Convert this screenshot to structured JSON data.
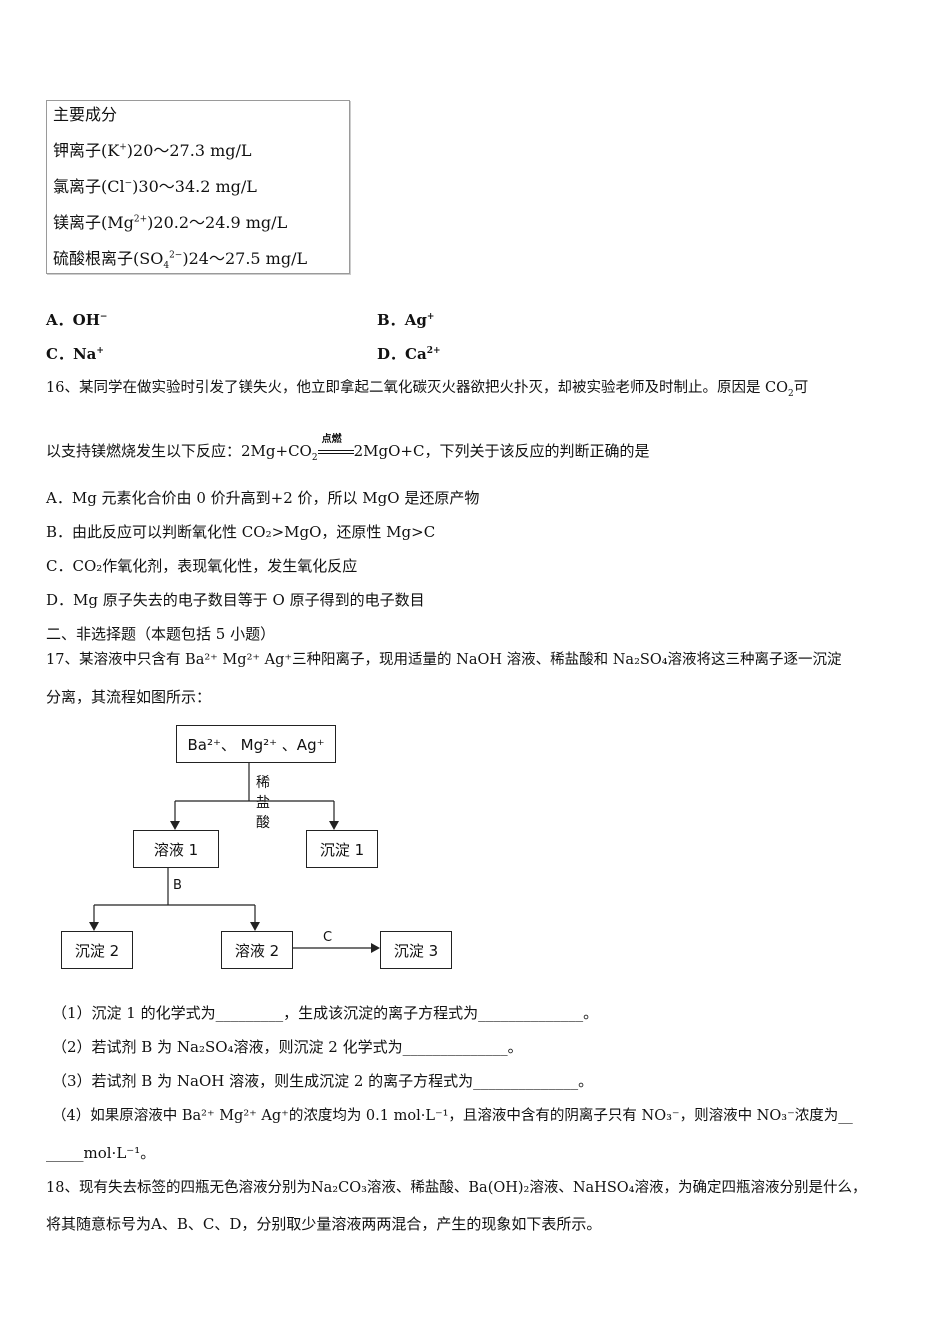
{
  "mineral_table": {
    "header": "主要成分",
    "rows": [
      {
        "name": "钾离子",
        "ion": "K",
        "charge": "+",
        "range": "20～27.3 mg/L"
      },
      {
        "name": "氯离子",
        "ion": "Cl",
        "charge": "−",
        "range": "30～34.2 mg/L"
      },
      {
        "name": "镁离子",
        "ion": "Mg",
        "charge": "2+",
        "range": "20.2～24.9 mg/L"
      },
      {
        "name": "硫酸根离子",
        "ion": "SO",
        "sub": "4",
        "charge": "2−",
        "range": "24～27.5 mg/L"
      }
    ]
  },
  "q15_options": {
    "A_label": "A．",
    "A_ion": "OH",
    "A_charge": "−",
    "B_label": "B．",
    "B_ion": "Ag",
    "B_charge": "+",
    "C_label": "C．",
    "C_ion": "Na",
    "C_charge": "+",
    "D_label": "D．",
    "D_ion": "Ca",
    "D_charge": "2+"
  },
  "q16": {
    "stem_line1": "16、某同学在做实验时引发了镁失火，他立即拿起二氧化碳灭火器欲把火扑灭，却被实验老师及时制止。原因是 CO",
    "stem_line1_sub": "2",
    "stem_line1_tail": "可",
    "stem_line2_pre": "以支持镁燃烧发生以下反应：2Mg+CO",
    "stem_line2_sub": "2",
    "condition": "点燃",
    "stem_line2_post": "2MgO+C，下列关于该反应的判断正确的是",
    "options": [
      "A．Mg 元素化合价由 0 价升高到+2 价，所以 MgO 是还原产物",
      "B．由此反应可以判断氧化性 CO₂>MgO，还原性 Mg>C",
      "C．CO₂作氧化剂，表现氧化性，发生氧化反应",
      "D．Mg 原子失去的电子数目等于 O 原子得到的电子数目"
    ]
  },
  "section2_title": "二、非选择题（本题包括 5 小题）",
  "q17": {
    "stem_line1": "17、某溶液中只含有 Ba²⁺ Mg²⁺ Ag⁺三种阳离子，现用适量的 NaOH 溶液、稀盐酸和 Na₂SO₄溶液将这三种离子逐一沉淀",
    "stem_line2": "分离，其流程如图所示：",
    "flow": {
      "start": "Ba²⁺、 Mg²⁺ 、Ag⁺",
      "reagent1": "稀盐酸",
      "solution1": "溶液 1",
      "precip1": "沉淀 1",
      "reagentB": "B",
      "precip2": "沉淀 2",
      "solution2": "溶液 2",
      "reagentC": "C",
      "precip3": "沉淀 3"
    },
    "sub1": "（1）沉淀 1 的化学式为_________，生成该沉淀的离子方程式为______________。",
    "sub2": "（2）若试剂 B 为 Na₂SO₄溶液，则沉淀 2 化学式为______________。",
    "sub3": "（3）若试剂 B 为 NaOH 溶液，则生成沉淀 2 的离子方程式为______________。",
    "sub4_line1": "（4）如果原溶液中 Ba²⁺ Mg²⁺ Ag⁺的浓度均为 0.1 mol·L⁻¹，且溶液中含有的阴离子只有 NO₃⁻，则溶液中 NO₃⁻浓度为__",
    "sub4_line2": "_____mol·L⁻¹。"
  },
  "q18": {
    "line1": "18、现有失去标签的四瓶无色溶液分别为Na₂CO₃溶液、稀盐酸、Ba(OH)₂溶液、NaHSO₄溶液，为确定四瓶溶液分别是什么，",
    "line2": "将其随意标号为A、B、C、D，分别取少量溶液两两混合，产生的现象如下表所示。"
  }
}
